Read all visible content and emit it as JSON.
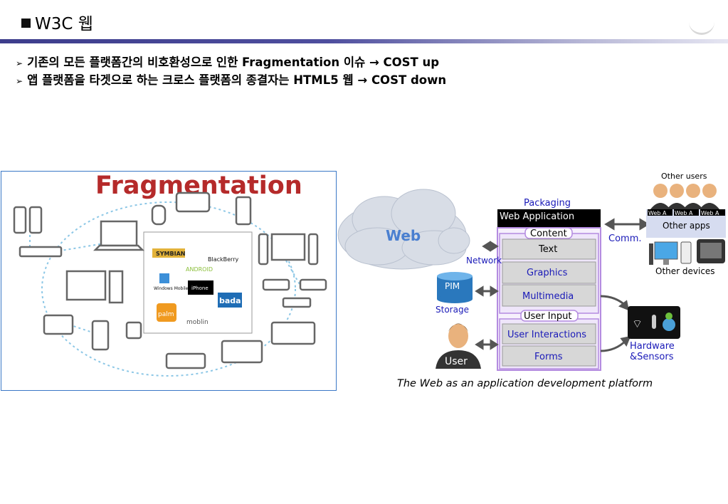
{
  "slide": {
    "title": "W3C 웹",
    "bullets": [
      "기존의 모든 플랫폼간의 비호환성으로 인한 Fragmentation 이슈 → COST up",
      "앱 플랫폼을 타겟으로 하는 크로스 플랫폼의 종결자는 HTML5 웹 → COST down"
    ]
  },
  "fragmentation": {
    "heading": "Fragmentation",
    "logos": [
      "SYMBIAN",
      "BlackBerry",
      "ANDROID",
      "Windows Mobile",
      "iPhone",
      "bada",
      "palm",
      "moblin"
    ]
  },
  "diagram": {
    "cloud_label": "Web",
    "packaging": "Packaging",
    "web_application": "Web Application",
    "content_title": "Content",
    "content_items": [
      "Text",
      "Graphics",
      "Multimedia"
    ],
    "input_title": "User Input",
    "input_items": [
      "User Interactions",
      "Forms"
    ],
    "network": "Network",
    "comm": "Comm.",
    "pim": "PIM",
    "storage": "Storage",
    "user": "User",
    "other_users": "Other users",
    "other_apps": "Other apps",
    "other_devices": "Other devices",
    "web_app_tabs": [
      "Web A",
      "Web A",
      "Web A"
    ],
    "hardware_sensors": [
      "Hardware",
      "&Sensors"
    ],
    "caption": "The Web as an application development platform"
  },
  "colors": {
    "accent_blue": "#1a1ab8",
    "purple_border": "#b48be0",
    "frag_red": "#b52a2a",
    "bar_dark": "#3d3d8c"
  }
}
